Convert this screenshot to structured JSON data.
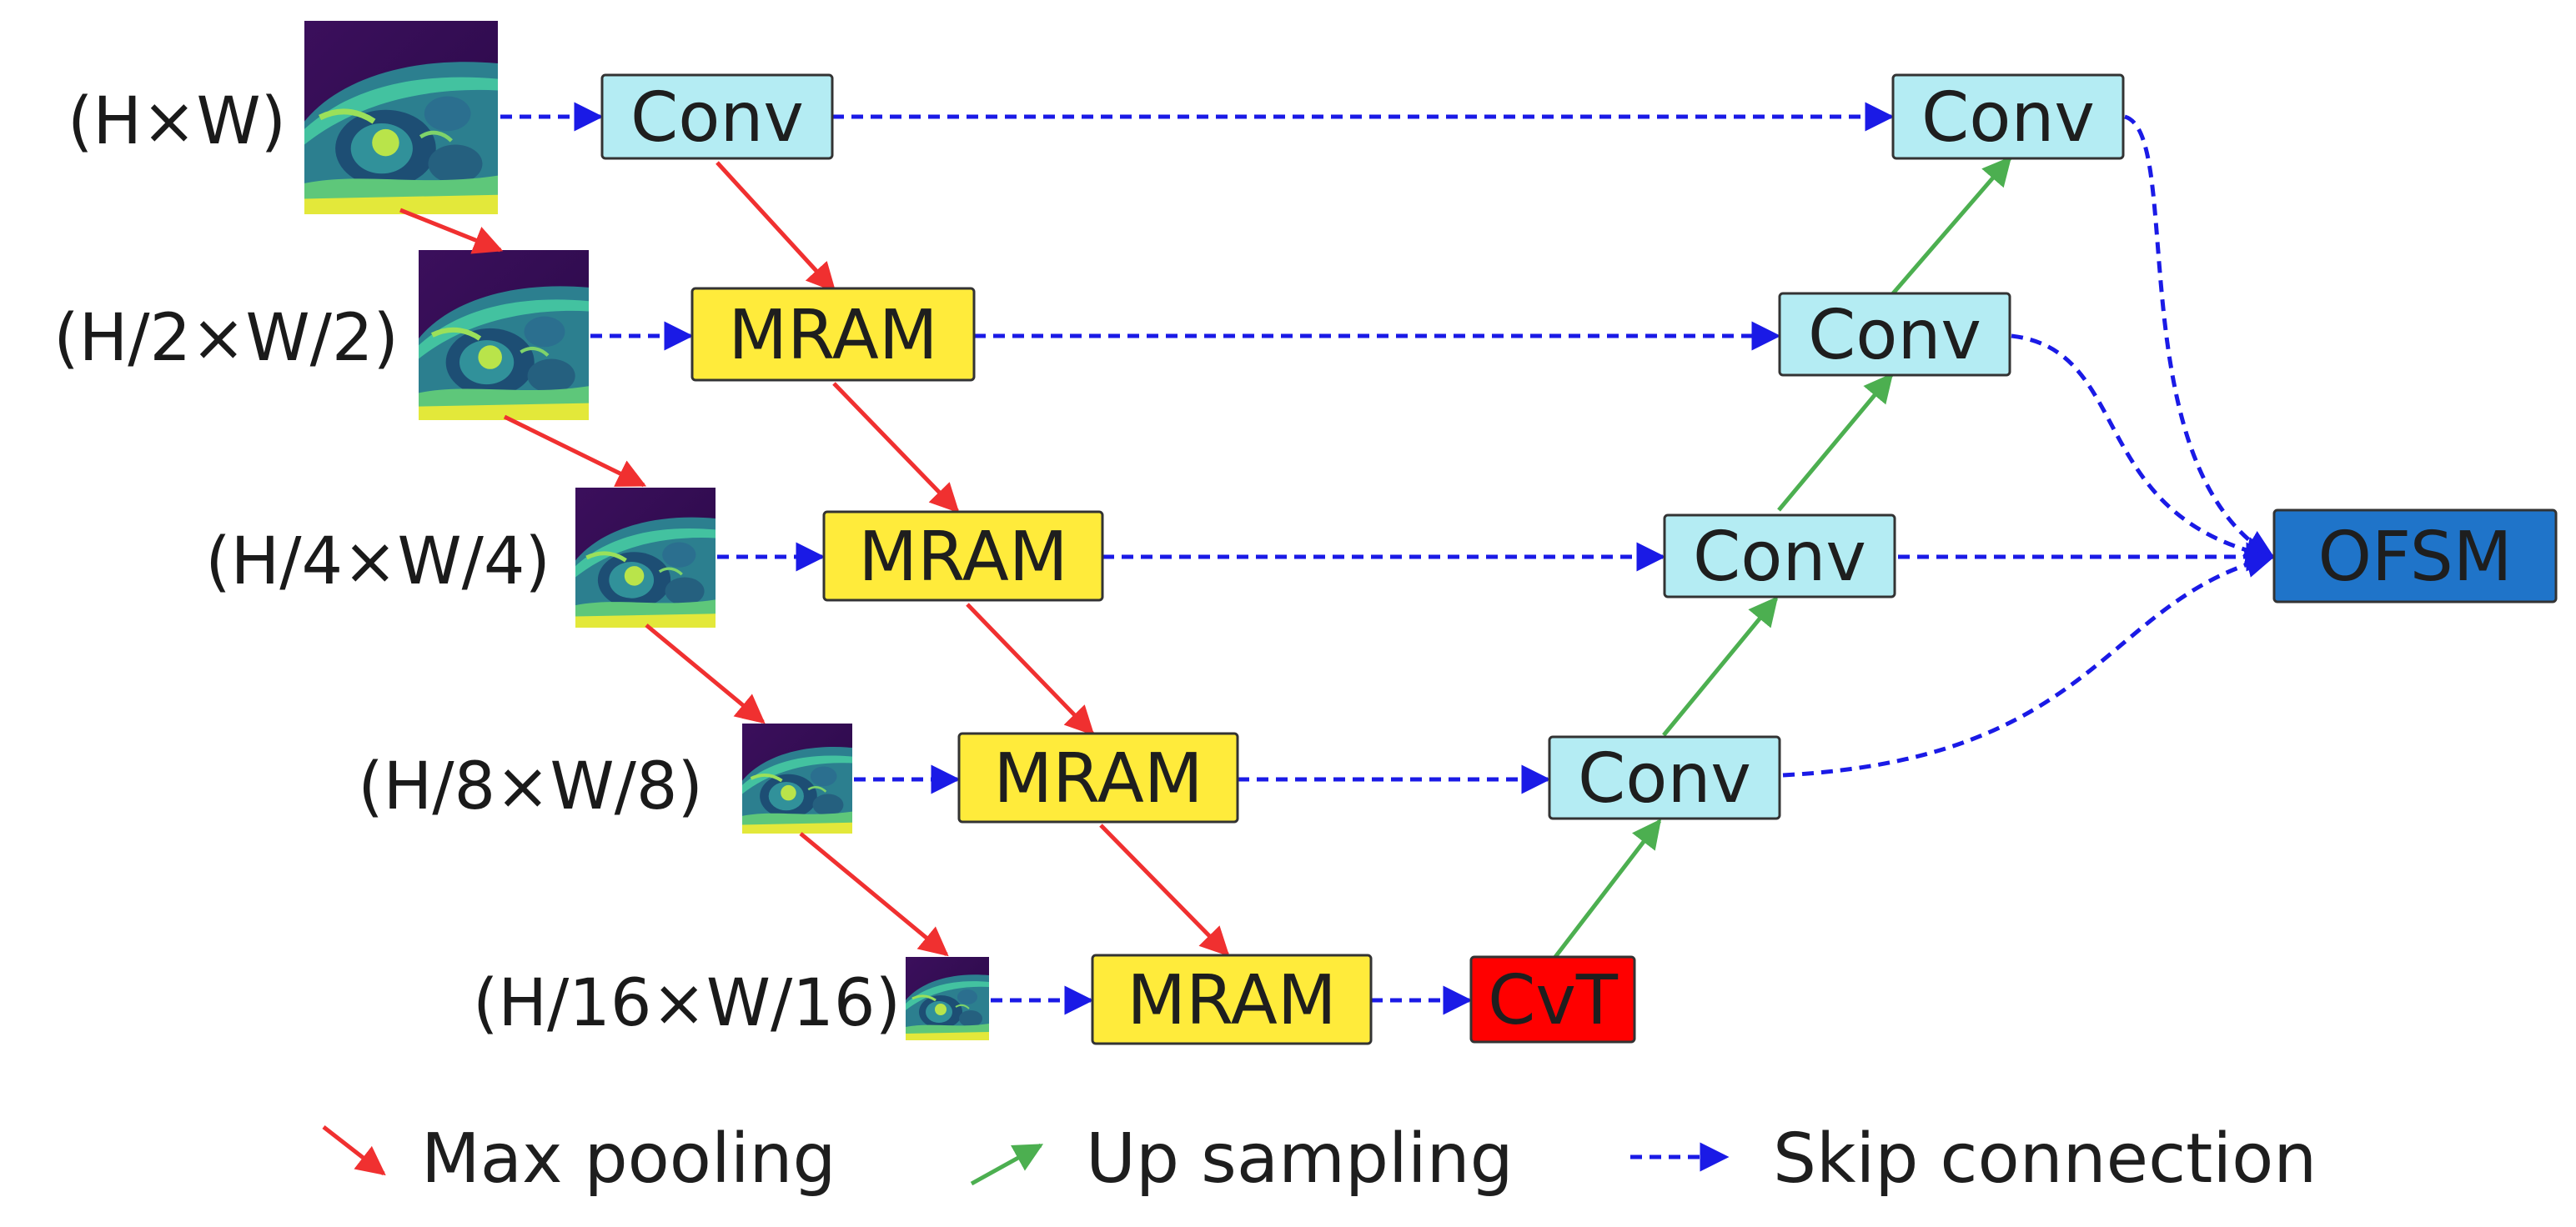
{
  "scales": [
    "(H×W)",
    "(H/2×W/2)",
    "(H/4×W/4)",
    "(H/8×W/8)",
    "(H/16×W/16)"
  ],
  "encoder": {
    "conv_top": "Conv",
    "mram": [
      "MRAM",
      "MRAM",
      "MRAM",
      "MRAM"
    ]
  },
  "bottleneck": "CvT",
  "decoder": [
    "Conv",
    "Conv",
    "Conv",
    "Conv"
  ],
  "output": "OFSM",
  "legend": {
    "max_pooling": "Max pooling",
    "up_sampling": "Up sampling",
    "skip_connection": "Skip connection"
  },
  "colors": {
    "conv_fill": "#b4ecf3",
    "mram_fill": "#ffeb3b",
    "cvt_fill": "#ff0000",
    "ofsm_fill": "#1f74c9",
    "max_pooling_arrow": "#f03030",
    "up_sampling_arrow": "#4caf50",
    "skip_connection_arrow": "#1a1ae6"
  }
}
